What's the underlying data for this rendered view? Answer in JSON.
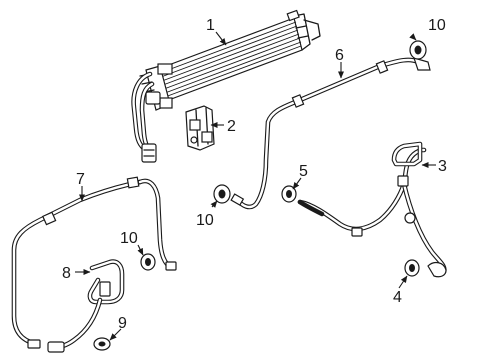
{
  "callouts": [
    {
      "id": "c1",
      "text": "1"
    },
    {
      "id": "c2",
      "text": "2"
    },
    {
      "id": "c3",
      "text": "3"
    },
    {
      "id": "c4",
      "text": "4"
    },
    {
      "id": "c5",
      "text": "5"
    },
    {
      "id": "c6",
      "text": "6"
    },
    {
      "id": "c7",
      "text": "7"
    },
    {
      "id": "c8",
      "text": "8"
    },
    {
      "id": "c9",
      "text": "9"
    },
    {
      "id": "c10a",
      "text": "10"
    },
    {
      "id": "c10b",
      "text": "10"
    },
    {
      "id": "c10c",
      "text": "10"
    }
  ]
}
